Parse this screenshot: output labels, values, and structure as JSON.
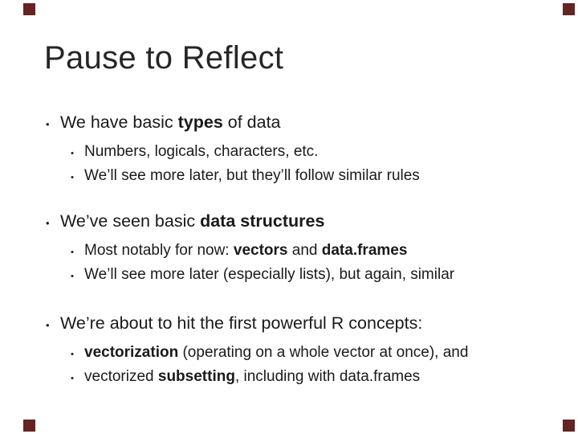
{
  "slide": {
    "title": "Pause to Reflect",
    "bullet_char": "•",
    "text_color": "#1a1a1a",
    "accent_color": "#632423",
    "corner_markers": [
      "top-left",
      "top-right",
      "bottom-left",
      "bottom-right"
    ],
    "sections": [
      {
        "main": {
          "runs": [
            {
              "t": "We have basic ",
              "b": false
            },
            {
              "t": "types",
              "b": true
            },
            {
              "t": " of data",
              "b": false
            }
          ]
        },
        "subs": [
          {
            "runs": [
              {
                "t": "Numbers, logicals, characters, etc.",
                "b": false
              }
            ]
          },
          {
            "runs": [
              {
                "t": "We’ll see more later, but they’ll follow similar rules",
                "b": false
              }
            ]
          }
        ]
      },
      {
        "main": {
          "runs": [
            {
              "t": "We’ve seen basic ",
              "b": false
            },
            {
              "t": "data structures",
              "b": true
            }
          ]
        },
        "subs": [
          {
            "runs": [
              {
                "t": "Most notably for now: ",
                "b": false
              },
              {
                "t": "vectors",
                "b": true
              },
              {
                "t": " and ",
                "b": false
              },
              {
                "t": "data.frames",
                "b": true
              }
            ]
          },
          {
            "runs": [
              {
                "t": "We’ll see more later (especially lists), but again, similar",
                "b": false
              }
            ]
          }
        ]
      },
      {
        "main": {
          "runs": [
            {
              "t": "We’re about to hit the first powerful R concepts:",
              "b": false
            }
          ]
        },
        "subs": [
          {
            "runs": [
              {
                "t": "vectorization",
                "b": true
              },
              {
                "t": " (operating on a whole vector at once), and",
                "b": false
              }
            ]
          },
          {
            "runs": [
              {
                "t": "vectorized ",
                "b": false
              },
              {
                "t": "subsetting",
                "b": true
              },
              {
                "t": ", including with data.frames",
                "b": false
              }
            ]
          }
        ]
      }
    ]
  }
}
